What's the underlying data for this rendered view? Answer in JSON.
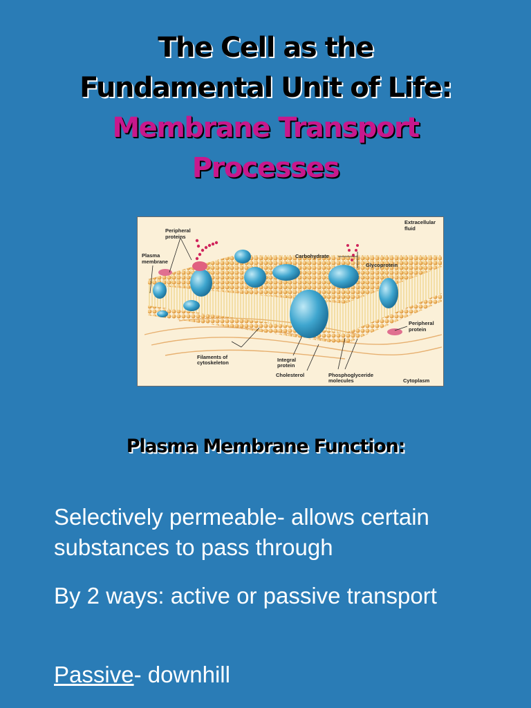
{
  "title": {
    "line1": "The Cell as the",
    "line2": "Fundamental Unit of Life:",
    "line3": "Membrane Transport",
    "line4": "Processes"
  },
  "figure": {
    "labels": {
      "peripheral_proteins": [
        "Peripheral",
        "proteins"
      ],
      "plasma_membrane": [
        "Plasma",
        "membrane"
      ],
      "extracellular_fluid": [
        "Extracellular",
        "fluid"
      ],
      "carbohydrate": "Carbohydrate",
      "glycoprotein": "Glycoprotein",
      "peripheral_protein": [
        "Peripheral",
        "protein"
      ],
      "filaments": [
        "Filaments of",
        "cytoskeleton"
      ],
      "integral_protein": [
        "Integral",
        "protein"
      ],
      "cholesterol": "Cholesterol",
      "phosphoglyceride": [
        "Phosphoglyceride",
        "molecules"
      ],
      "cytoplasm": "Cytoplasm"
    }
  },
  "subheading": "Plasma Membrane Function:",
  "paragraphs": {
    "p1": "Selectively permeable- allows certain substances to pass through",
    "p2": "By 2 ways: active or passive transport",
    "p3_underlined": "Passive",
    "p3_rest": "- downhill"
  },
  "colors": {
    "background": "#2a7cb6",
    "title_black": "#000000",
    "title_magenta": "#c8188c",
    "body_text": "#ffffff"
  }
}
